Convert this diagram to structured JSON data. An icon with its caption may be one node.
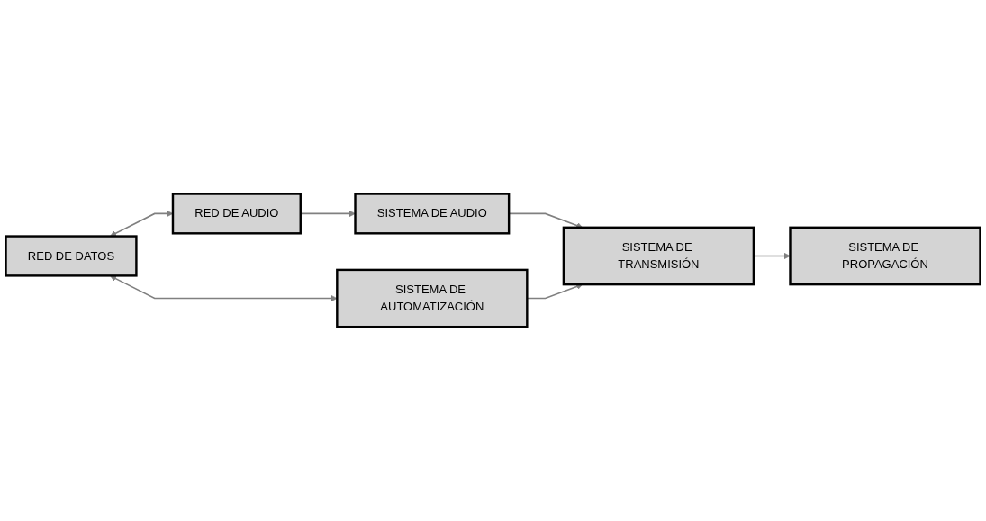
{
  "diagram": {
    "nodes": [
      {
        "text": [
          "RED DE AUDIO"
        ]
      },
      {
        "text": [
          "RED DE DATOS"
        ]
      },
      {
        "text": [
          "SISTEMA DE AUDIO"
        ]
      },
      {
        "text": [
          "SISTEMA DE TRANSMISIÓN"
        ]
      },
      {
        "text": [
          "SISTEMA DE PROPAGACIÓN"
        ]
      },
      {
        "text": [
          "SISTEMA DE AUTOMATIZACIÓN"
        ]
      }
    ],
    "edges": [
      {
        "from": 1,
        "to": 0,
        "arrow": "both"
      },
      {
        "from": 0,
        "to": 2,
        "arrow": "to"
      },
      {
        "from": 2,
        "to": 3,
        "arrow": "to"
      },
      {
        "from": 5,
        "to": 3,
        "arrow": "to"
      },
      {
        "from": 3,
        "to": 4,
        "arrow": "to"
      },
      {
        "from": 1,
        "to": 5,
        "arrow": "both"
      }
    ]
  }
}
